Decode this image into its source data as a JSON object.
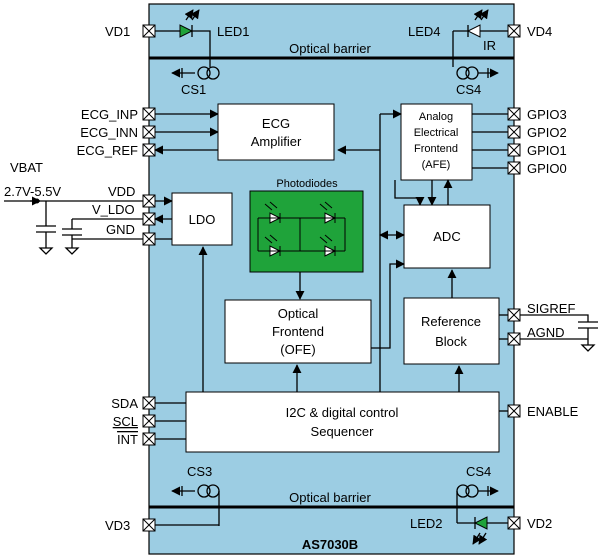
{
  "colors": {
    "chip_fill": "#9ccde3",
    "photodiode_fill": "#1fa33a",
    "led_fill": "#1fa33a",
    "line": "#000000"
  },
  "chip": {
    "name": "AS7030B"
  },
  "barriers": {
    "top": "Optical barrier",
    "bottom": "Optical barrier"
  },
  "blocks": {
    "ecg": [
      "ECG",
      "Amplifier"
    ],
    "afe": [
      "Analog",
      "Electrical",
      "Frontend",
      "(AFE)"
    ],
    "ldo": "LDO",
    "photodiodes": "Photodiodes",
    "adc": "ADC",
    "ofe": [
      "Optical",
      "Frontend",
      "(OFE)"
    ],
    "ref": [
      "Reference",
      "Block"
    ],
    "i2c": [
      "I2C & digital control",
      "Sequencer"
    ]
  },
  "pins": {
    "vd1": "VD1",
    "vd4": "VD4",
    "ecg_inp": "ECG_INP",
    "ecg_inn": "ECG_INN",
    "ecg_ref": "ECG_REF",
    "vdd": "VDD",
    "v_ldo": "V_LDO",
    "gnd": "GND",
    "gpio3": "GPIO3",
    "gpio2": "GPIO2",
    "gpio1": "GPIO1",
    "gpio0": "GPIO0",
    "sigref": "SIGREF",
    "agnd": "AGND",
    "sda": "SDA",
    "scl": "SCL",
    "int": "INT",
    "enable": "ENABLE",
    "vd3": "VD3",
    "vd2": "VD2"
  },
  "labels": {
    "vbat": "VBAT",
    "vrange": "2.7V-5.5V",
    "led1": "LED1",
    "led4": "LED4",
    "ir": "IR",
    "cs1": "CS1",
    "cs4_top": "CS4",
    "cs3": "CS3",
    "cs4_bottom": "CS4",
    "led2": "LED2"
  }
}
